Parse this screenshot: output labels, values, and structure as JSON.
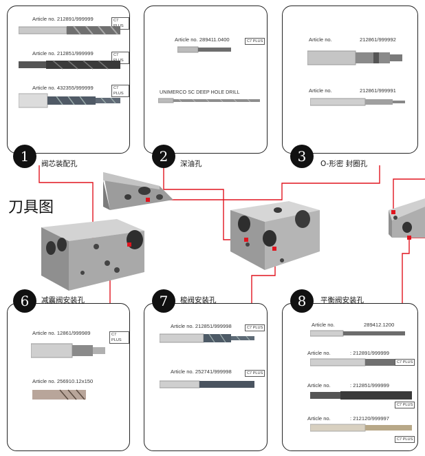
{
  "page_title": "刀具图",
  "panels": {
    "p1": {
      "number": "1",
      "label": "阀芯装配孔",
      "items": [
        {
          "article": "Article no.  212891/999999",
          "badge": "C7 PLUS"
        },
        {
          "article": "Article no.  212851/999999",
          "badge": "C7 PLUS"
        },
        {
          "article": "Article no.  432355/999999",
          "badge": "C7 PLUS"
        }
      ]
    },
    "p2": {
      "number": "2",
      "label": "深油孔",
      "items": [
        {
          "article": "Article no.    289411.0400",
          "badge": "C7 PLUS"
        },
        {
          "article": "UNIMERCO SC DEEP HOLE DRILL",
          "badge": ""
        }
      ]
    },
    "p3": {
      "number": "3",
      "label": "O-形密   封圈孔",
      "items": [
        {
          "article": "Article no.",
          "value": "212861/999992"
        },
        {
          "article": "Article no.",
          "value": "212861/999991"
        }
      ]
    },
    "p6": {
      "number": "6",
      "label": "减震阀安装孔",
      "items": [
        {
          "article": "Article no.   12861/999989",
          "badge": "C7 PLUS"
        },
        {
          "article": "Article no.   256910.12x150",
          "badge": ""
        }
      ]
    },
    "p7": {
      "number": "7",
      "label": "梭阀安装孔",
      "items": [
        {
          "article": "Article no.  212851/999998",
          "badge": "C7 PLUS"
        },
        {
          "article": "Article no.  252741/999998",
          "badge": "C7 PLUS"
        }
      ]
    },
    "p8": {
      "number": "8",
      "label": "平衡阀安装孔",
      "items": [
        {
          "article": "Article no.",
          "value": "289412.1200",
          "badge": ""
        },
        {
          "article": "Article no.",
          "value": ":      212891/999999",
          "badge": "C7 PLUS"
        },
        {
          "article": "Article no.",
          "value": ":      212851/999999",
          "badge": "C7 PLUS"
        },
        {
          "article": "Article no.",
          "value": ":      212120/999997",
          "badge": "C7 PLUS"
        }
      ]
    }
  },
  "colors": {
    "connector": "#e0141e",
    "metal": "#b8b8b8",
    "carbide": "#6b6b6b"
  }
}
